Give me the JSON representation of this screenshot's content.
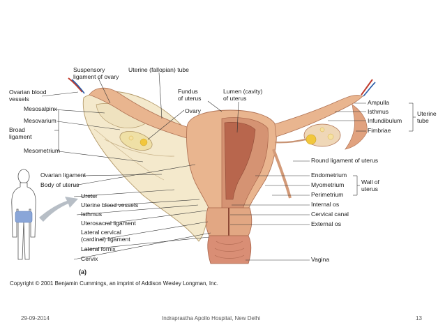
{
  "labels": {
    "suspensory": "Suspensory\nligament of ovary",
    "uterine_tube_top": "Uterine (fallopian) tube",
    "ovarian_blood": "Ovarian blood\nvessels",
    "fundus": "Fundus\nof uterus",
    "lumen": "Lumen (cavity)\nof uterus",
    "mesosalpinx": "Mesosalpinx",
    "mesovarium": "Mesovarium",
    "ovary": "Ovary",
    "broad_ligament": "Broad\nligament",
    "mesometrium": "Mesometrium",
    "ovarian_ligament": "Ovarian ligament",
    "body_of_uterus": "Body of uterus",
    "ureter": "Ureter",
    "uterine_blood": "Uterine blood vessels",
    "isthmus_left": "Isthmus",
    "uterosacral": "Uterosacral ligament",
    "lateral_cervical": "Lateral cervical\n(cardinal) ligament",
    "lateral_fornix": "Lateral fornix",
    "cervix": "Cervix",
    "ampulla": "Ampulla",
    "isthmus_right": "Isthmus",
    "infundibulum": "Infundibulum",
    "fimbriae": "Fimbriae",
    "uterine_tube_group": "Uterine\ntube",
    "round_ligament": "Round ligament of uterus",
    "endometrium": "Endometrium",
    "myometrium": "Myometrium",
    "perimetrium": "Perimetrium",
    "wall_of_uterus": "Wall of\nuterus",
    "internal_os": "Internal os",
    "cervical_canal": "Cervical canal",
    "external_os": "External os",
    "vagina": "Vagina",
    "figure_letter": "(a)"
  },
  "copyright": "Copyright © 2001 Benjamin Cummings, an imprint of Addison Wesley Longman, Inc.",
  "footer": {
    "date": "29-09-2014",
    "center": "Indraprastha Apollo Hospital, New Delhi",
    "page": "13"
  },
  "colors": {
    "uterus_flesh": "#e9b58f",
    "uterus_dark": "#c9896a",
    "cavity": "#b8664d",
    "broad_ligament": "#f2e6c8",
    "ovary": "#efe0a6",
    "follicle": "#f2c73c",
    "vessel_red": "#c0392b",
    "vessel_blue": "#2b5da8",
    "silhouette_hip": "#8aa6d8",
    "arrow_gray": "#9aa3ad"
  }
}
